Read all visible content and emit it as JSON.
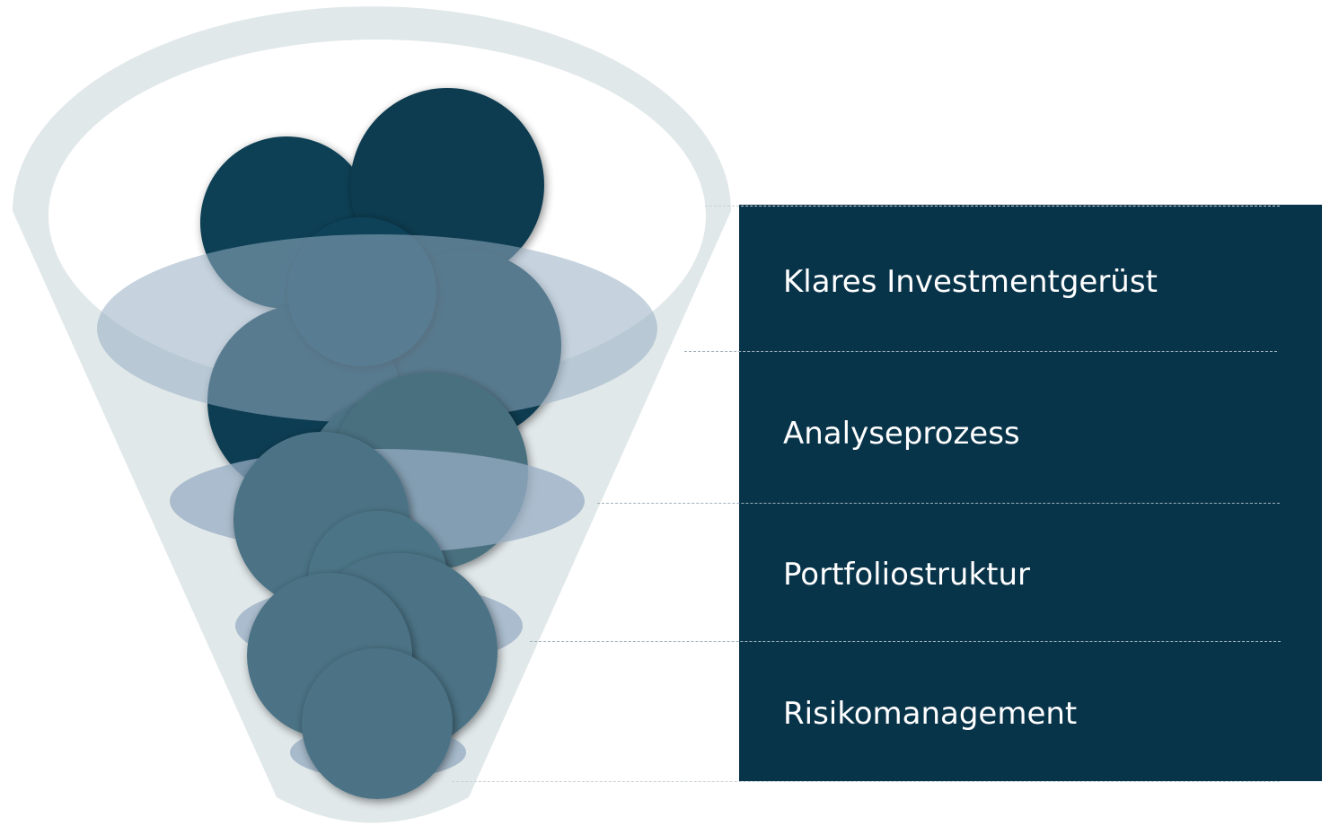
{
  "diagram": {
    "type": "funnel",
    "stages": [
      {
        "label": "Klares Investmentgerüst"
      },
      {
        "label": "Analyseprozess"
      },
      {
        "label": "Portfoliostruktur"
      },
      {
        "label": "Risikomanagement"
      }
    ]
  },
  "colors": {
    "panel": "#08344a",
    "funnel_outline": "#e1e8ea",
    "ring": "#97aec3",
    "ball_dark": "#0d3d52",
    "ball_light": "#4b7385",
    "label_text": "#ffffff"
  }
}
